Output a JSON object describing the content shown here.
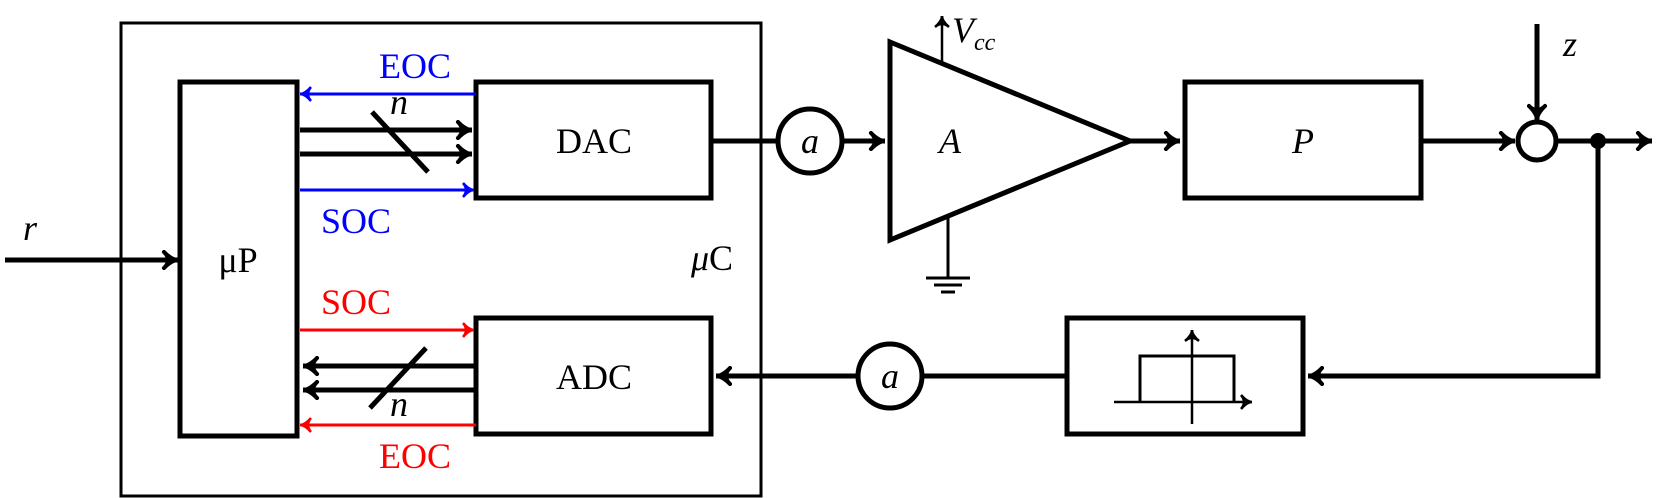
{
  "colors": {
    "line": "#000000",
    "dac_signals": "#0000ff",
    "adc_signals": "#ff0000"
  },
  "labels": {
    "input_r": "r",
    "disturbance_z": "z",
    "microprocessor": "μP",
    "microcontroller": "μC",
    "dac": "DAC",
    "adc": "ADC",
    "dac_eoc": "EOC",
    "dac_soc": "SOC",
    "adc_soc": "SOC",
    "adc_eoc": "EOC",
    "dac_bus_width": "n",
    "adc_bus_width": "n",
    "forward_sensor": "a",
    "feedback_sensor": "a",
    "amplifier": "A",
    "supply_v": "V",
    "supply_sub": "cc",
    "plant": "P"
  }
}
